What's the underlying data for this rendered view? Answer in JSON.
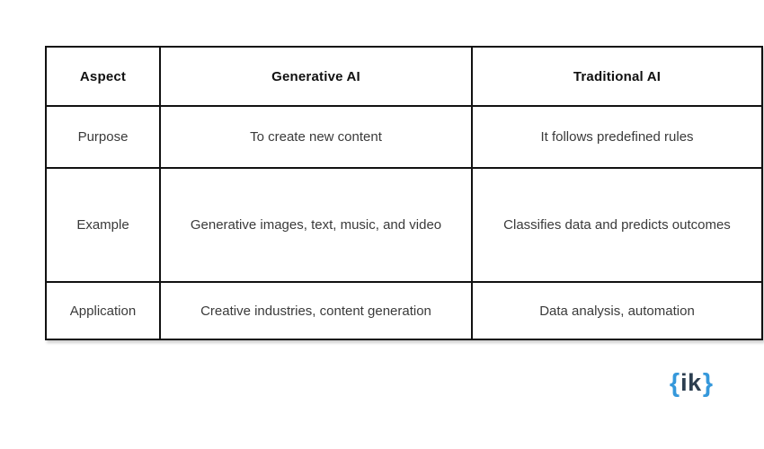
{
  "chart_data": {
    "type": "table",
    "title": "",
    "columns": [
      "Aspect",
      "Generative AI",
      "Traditional AI"
    ],
    "rows": [
      {
        "cells": [
          "Purpose",
          "To create new content",
          "It follows predefined rules"
        ]
      },
      {
        "cells": [
          "Example",
          "Generative images, text, music, and video",
          "Classifies data and predicts outcomes"
        ]
      },
      {
        "cells": [
          "Application",
          "Creative industries, content generation",
          "Data analysis, automation"
        ]
      }
    ],
    "layout_hints": {
      "grid": "on",
      "border_color": "#111111",
      "background": "#ffffff",
      "header_bold": true
    }
  },
  "logo": {
    "open_brace": "{",
    "text": "ik",
    "close_brace": "}",
    "brace_color": "#3598db",
    "text_color": "#2c3e50"
  }
}
